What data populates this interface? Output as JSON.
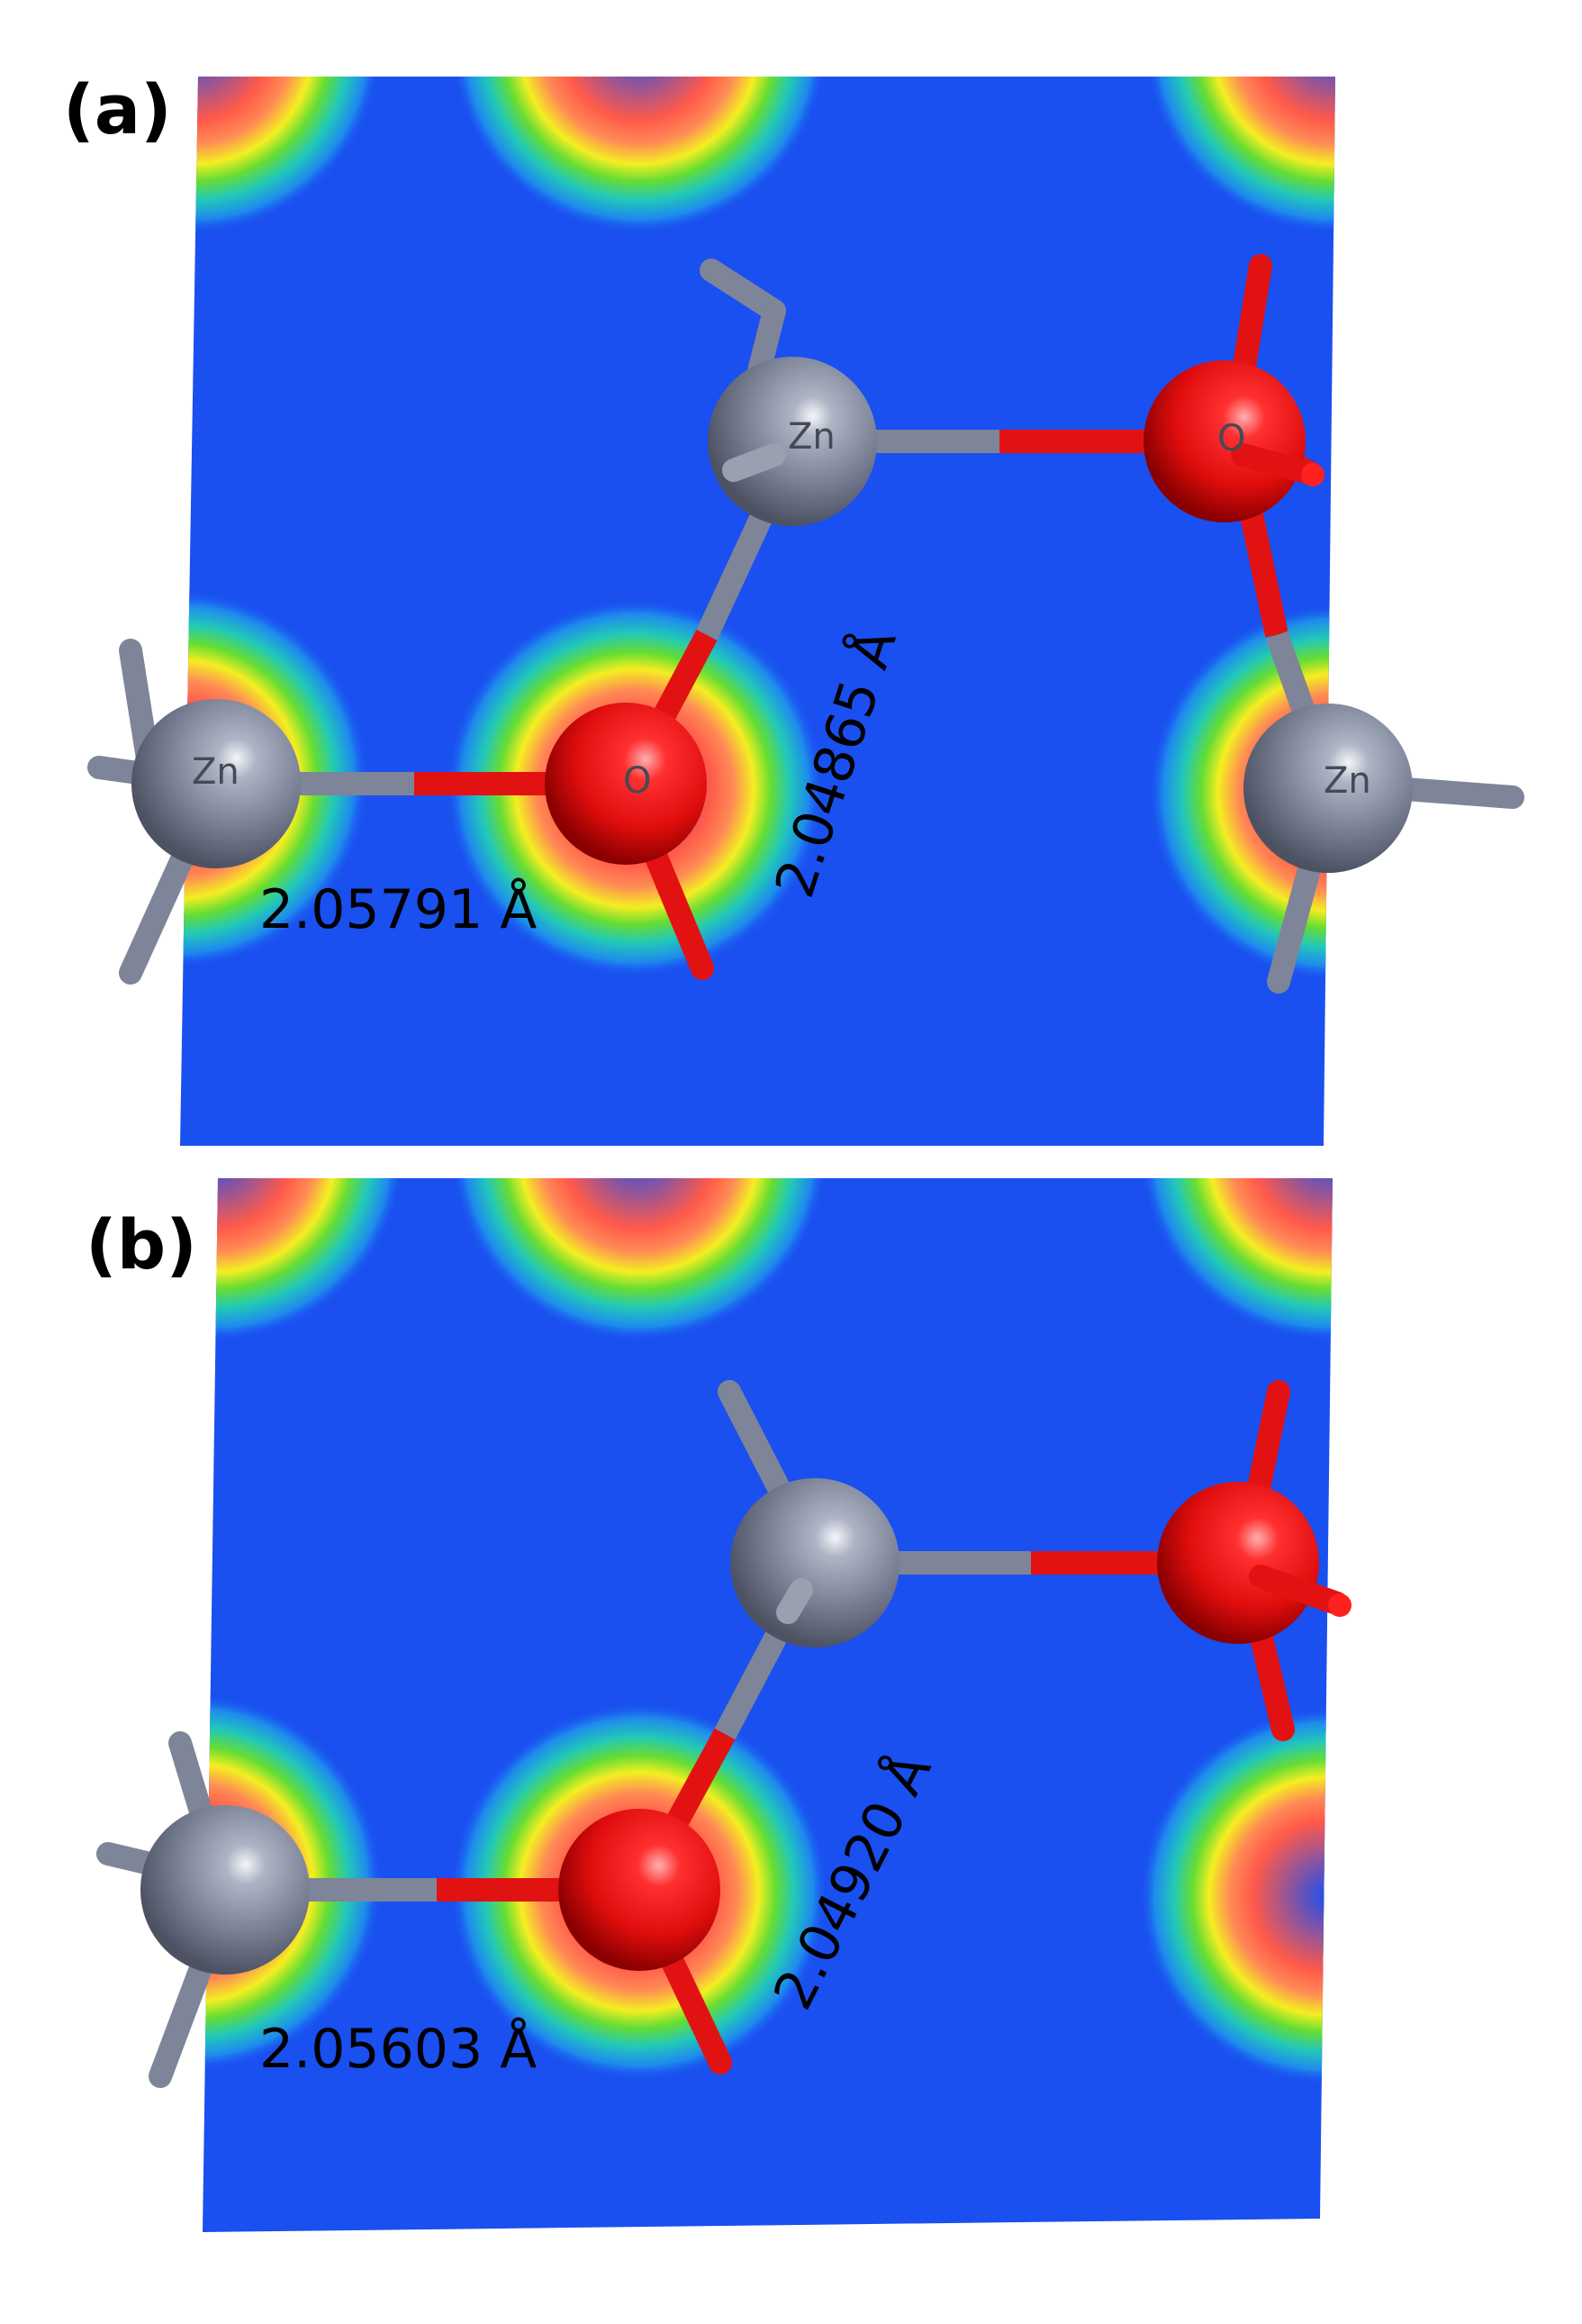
{
  "panels": [
    {
      "label": "(a)",
      "atom_labels": [
        "Zn",
        "Zn",
        "Zn",
        "O",
        "O"
      ],
      "distance_horizontal": "2.05791 Å",
      "distance_diagonal": "2.04865 Å"
    },
    {
      "label": "(b)",
      "atom_labels": [],
      "distance_horizontal": "2.05603 Å",
      "distance_diagonal": "2.04920 Å"
    }
  ],
  "colors": {
    "background": "#1a4ff0",
    "zn_atom": "#7b8296",
    "o_atom": "#ee1111",
    "bond_grey": "#7e8598",
    "bond_red": "#e21212",
    "density_ramp": [
      "#1a4ff0",
      "#1e8ff0",
      "#22ccb0",
      "#66dd33",
      "#f2ee22",
      "#ff8855",
      "#ff5a4a"
    ]
  }
}
